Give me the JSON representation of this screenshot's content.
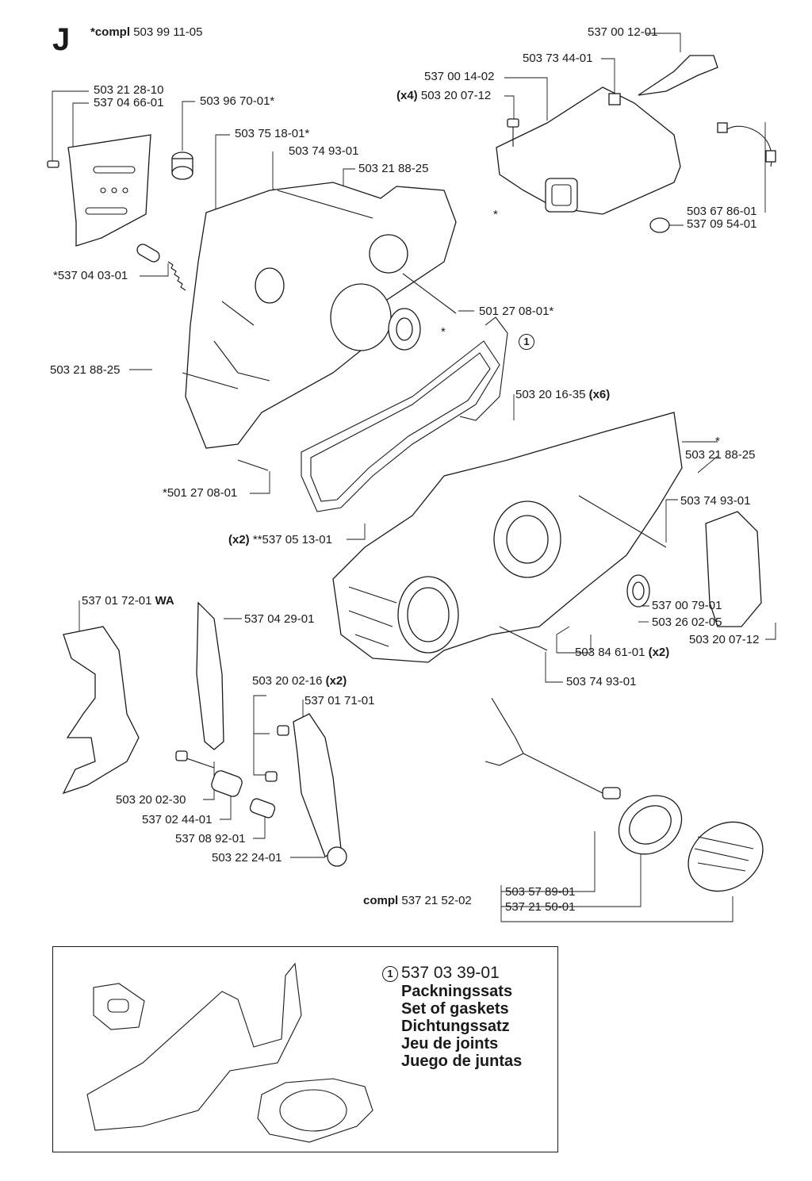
{
  "section": {
    "letter": "J",
    "compl_prefix": "*compl",
    "compl_number": "503 99 11-05"
  },
  "labels": {
    "p1": "537 00 12-01",
    "p2": "503 73 44-01",
    "p3": "537 00 14-02",
    "p4_qty": "(x4)",
    "p4": "503 20 07-12",
    "p5": "503 21 28-10",
    "p6": "537 04 66-01",
    "p7": "503 96 70-01*",
    "p8": "503 75 18-01*",
    "p9": "503 74 93-01",
    "p10": "503 21 88-25",
    "p11": "503 67 86-01",
    "p12": "537 09 54-01",
    "p13": "*537 04 03-01",
    "p14": "501 27 08-01*",
    "p15": "503 21 88-25",
    "p16": "503 20 16-35",
    "p16_qty": "(x6)",
    "p17": "*",
    "p18": "503 21 88-25",
    "p19": "*501 27 08-01",
    "p20": "503 74 93-01",
    "p21_qty": "(x2)",
    "p21": "**537 05 13-01",
    "p22": "537 01 72-01",
    "p22_suffix": "WA",
    "p23": "537 04 29-01",
    "p24": "503 20 02-16",
    "p24_qty": "(x2)",
    "p25": "537 01 71-01",
    "p26": "537 00 79-01",
    "p27": "503 26 02-05",
    "p28": "503 20 07-12",
    "p29": "503 84 61-01",
    "p29_qty": "(x2)",
    "p30": "503 74 93-01",
    "p31": "503 20 02-30",
    "p32": "537 02 44-01",
    "p33": "537 08 92-01",
    "p34": "503 22 24-01",
    "p35": "503 57 89-01",
    "p36": "537 21 50-01",
    "compl_bottom_prefix": "compl",
    "compl_bottom": "537 21 52-02",
    "star_a": "*",
    "star_b": "*",
    "callout_1": "1"
  },
  "kit": {
    "ref": "1",
    "number": "537 03 39-01",
    "names": [
      "Packningssats",
      "Set of gaskets",
      "Dichtungssatz",
      "Jeu de joints",
      "Juego de juntas"
    ]
  }
}
